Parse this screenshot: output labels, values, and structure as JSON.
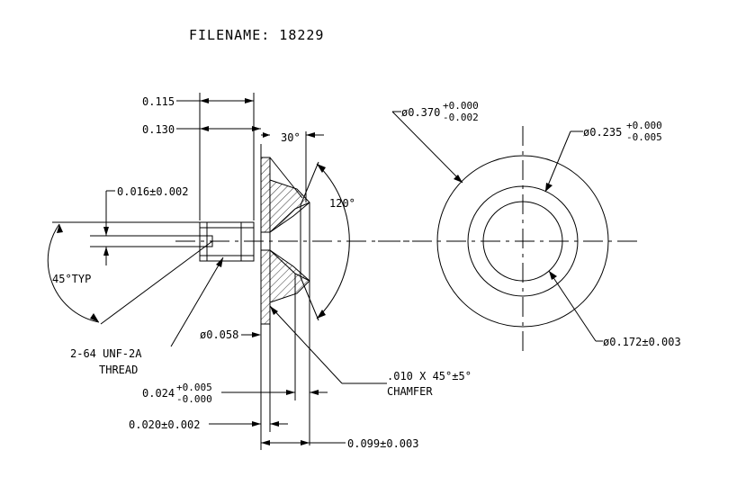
{
  "title": "FILENAME: 18229",
  "dimensions": {
    "d_0115": "0.115",
    "d_0130": "0.130",
    "d_0016": "0.016±0.002",
    "angle_45": "45°TYP",
    "angle_30": "30°",
    "angle_120": "120°",
    "dia_0058": "ø0.058",
    "thread_line1": "2-64 UNF-2A",
    "thread_line2": "THREAD",
    "d_0024_base": "0.024",
    "d_0024_plus": "+0.005",
    "d_0024_minus": "-0.000",
    "d_0020": "0.020±0.002",
    "d_0099": "0.099±0.003",
    "chamfer_line1": ".010 X 45°±5°",
    "chamfer_line2": "CHAMFER",
    "dia_0370_base": "ø0.370",
    "dia_0370_plus": "+0.000",
    "dia_0370_minus": "-0.002",
    "dia_0235_base": "ø0.235",
    "dia_0235_plus": "+0.000",
    "dia_0235_minus": "-0.005",
    "dia_0172": "ø0.172±0.003"
  }
}
